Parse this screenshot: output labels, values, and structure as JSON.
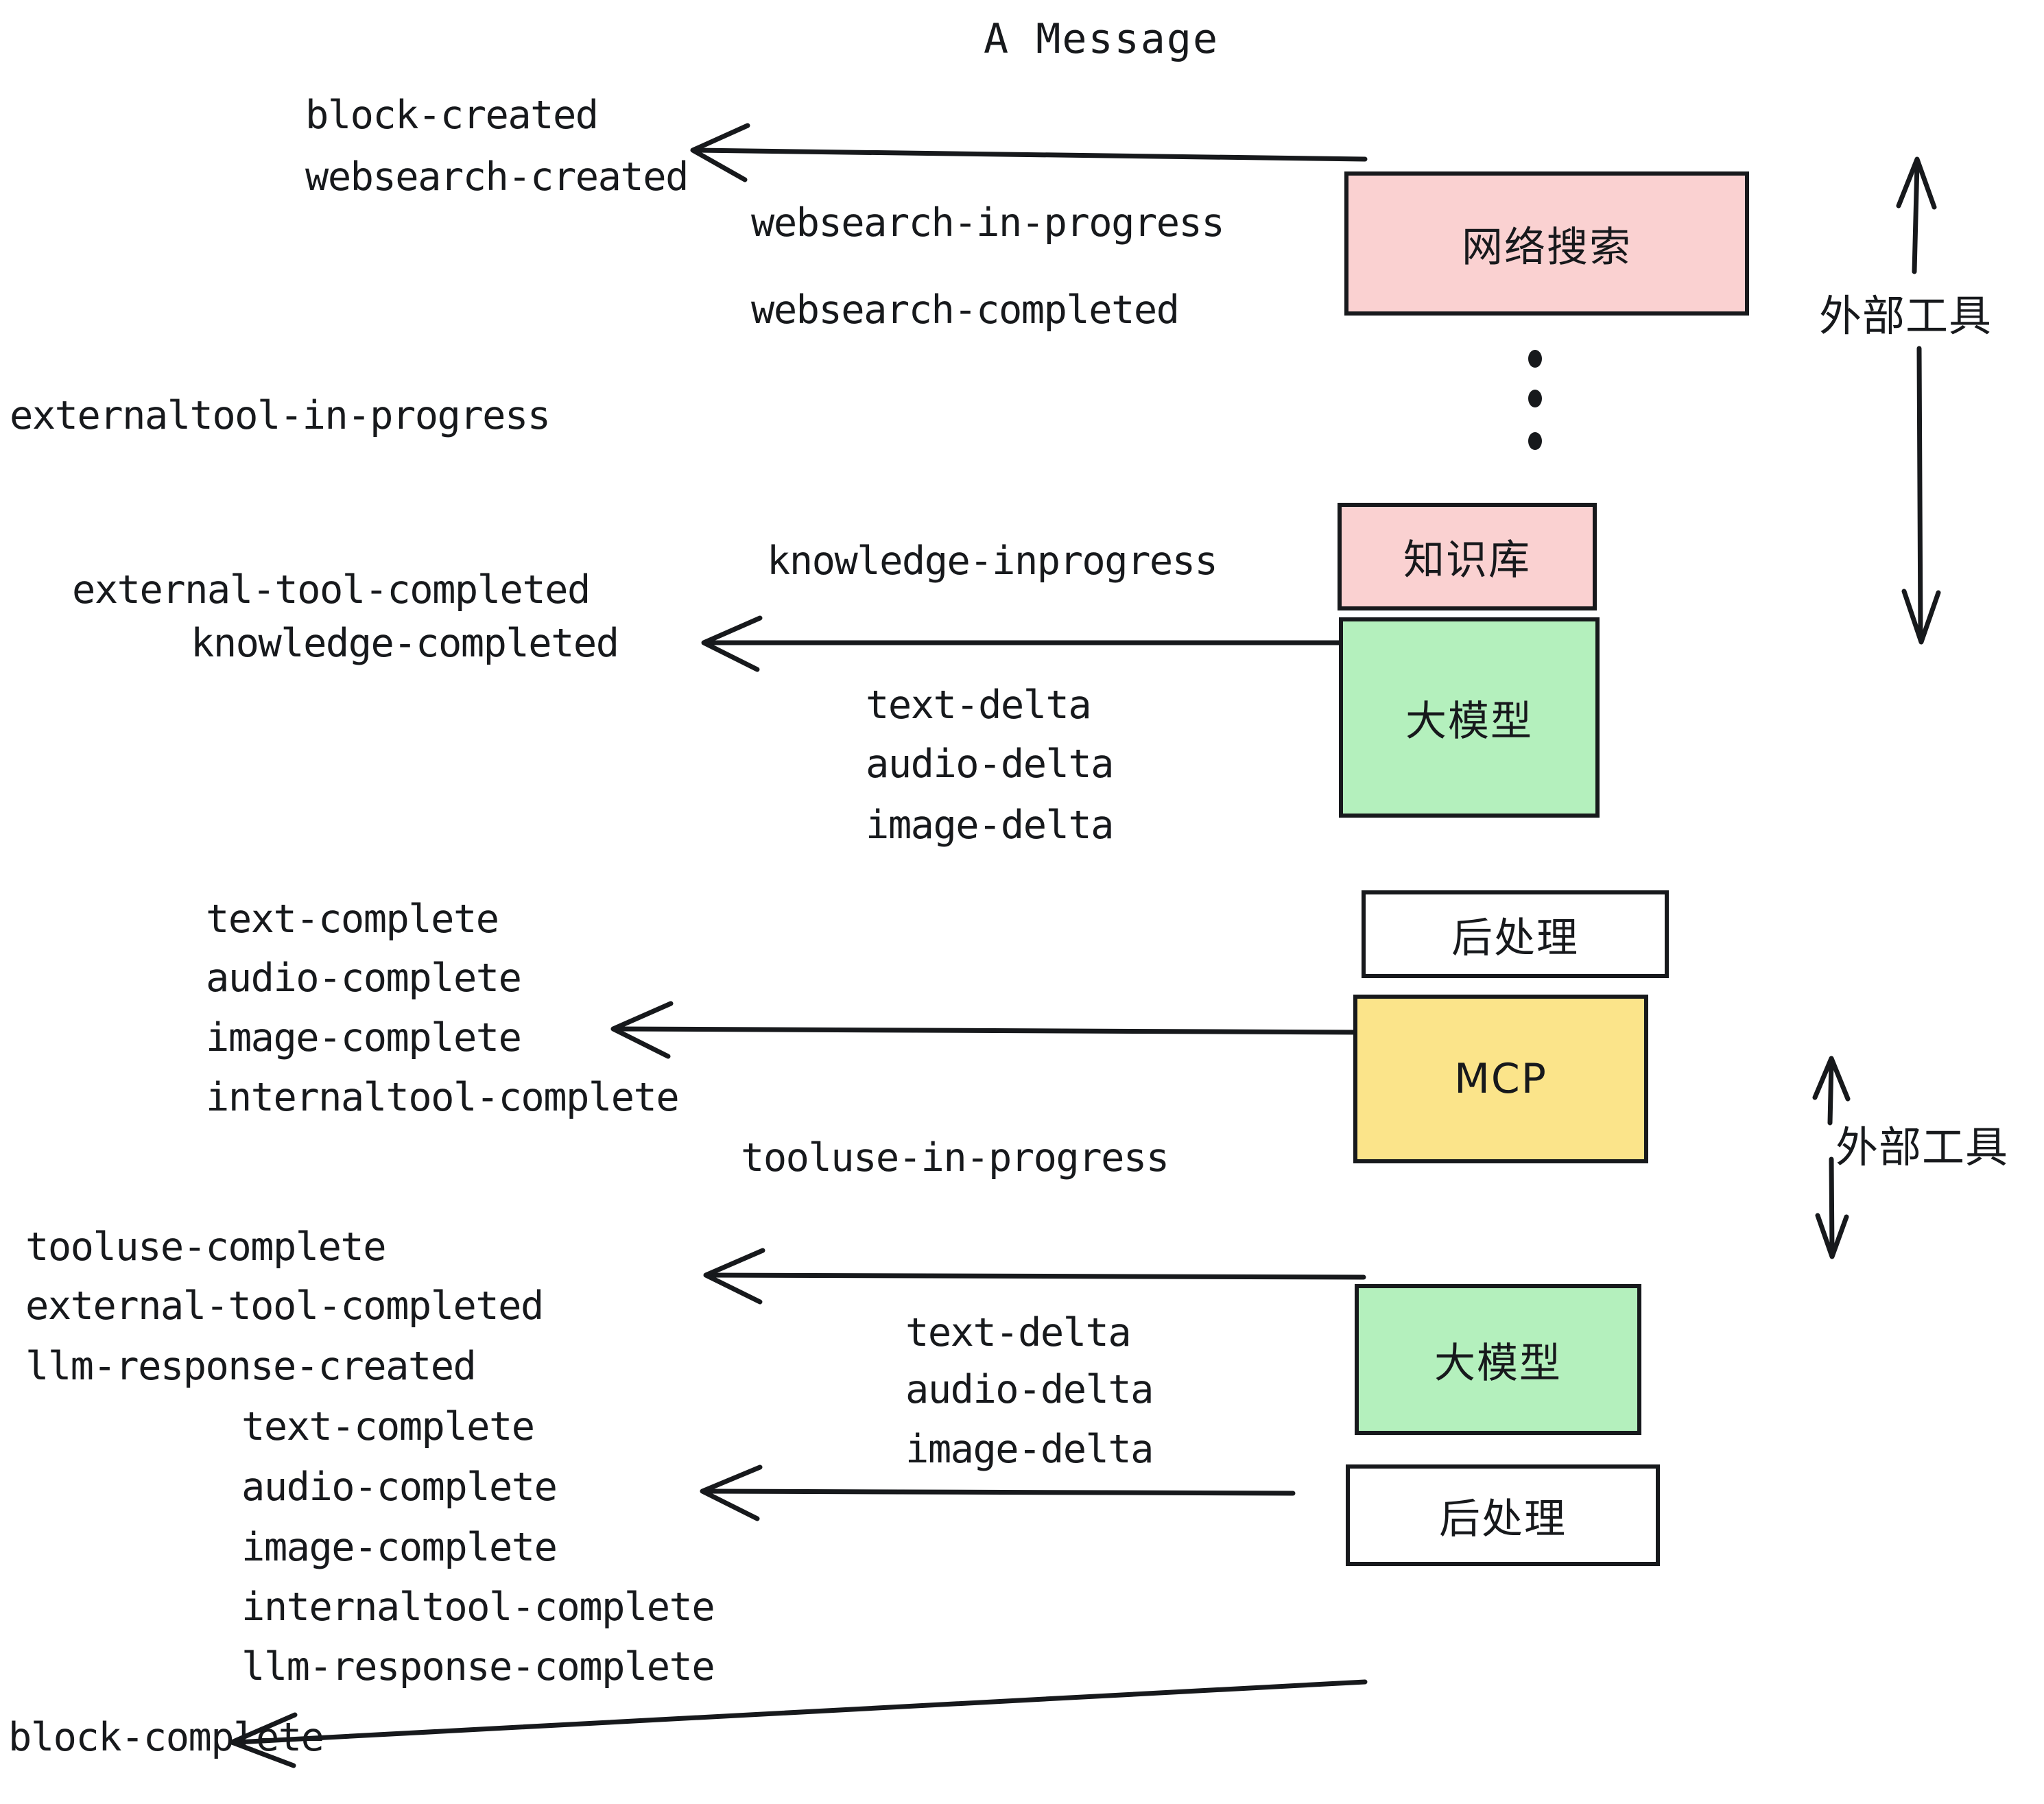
{
  "title": "A Message",
  "colors": {
    "pink": "#fad1d1",
    "green": "#b4f0bd",
    "yellow": "#fbe48a",
    "white": "#ffffff",
    "stroke": "#17191c"
  },
  "boxes": [
    {
      "id": "websearch",
      "label": "网络搜索",
      "fill": "pink"
    },
    {
      "id": "knowledge",
      "label": "知识库",
      "fill": "pink"
    },
    {
      "id": "llm-1",
      "label": "大模型",
      "fill": "green"
    },
    {
      "id": "postproc-1",
      "label": "后处理",
      "fill": "white"
    },
    {
      "id": "mcp",
      "label": "MCP",
      "fill": "yellow"
    },
    {
      "id": "llm-2",
      "label": "大模型",
      "fill": "green"
    },
    {
      "id": "postproc-2",
      "label": "后处理",
      "fill": "white"
    }
  ],
  "group_labels": [
    {
      "id": "external-tools-top",
      "label": "外部工具"
    },
    {
      "id": "external-tools-bottom",
      "label": "外部工具"
    }
  ],
  "events": {
    "block_created": "block-created",
    "websearch_created": "websearch-created",
    "websearch_in_progress": "websearch-in-progress",
    "websearch_completed": "websearch-completed",
    "externaltool_in_progress": "externaltool-in-progress",
    "knowledge_inprogress": "knowledge-inprogress",
    "external_tool_completed_1": "external-tool-completed",
    "knowledge_completed": "knowledge-completed",
    "text_delta_1": "text-delta",
    "audio_delta_1": "audio-delta",
    "image_delta_1": "image-delta",
    "text_complete_1": "text-complete",
    "audio_complete_1": "audio-complete",
    "image_complete_1": "image-complete",
    "internaltool_complete_1": "internaltool-complete",
    "tooluse_in_progress": "tooluse-in-progress",
    "tooluse_complete": "tooluse-complete",
    "external_tool_completed_2": "external-tool-completed",
    "llm_response_created": "llm-response-created",
    "text_delta_2": "text-delta",
    "audio_delta_2": "audio-delta",
    "image_delta_2": "image-delta",
    "text_complete_2": "text-complete",
    "audio_complete_2": "audio-complete",
    "image_complete_2": "image-complete",
    "internaltool_complete_2": "internaltool-complete",
    "llm_response_complete": "llm-response-complete",
    "block_complete": "block-complete"
  }
}
